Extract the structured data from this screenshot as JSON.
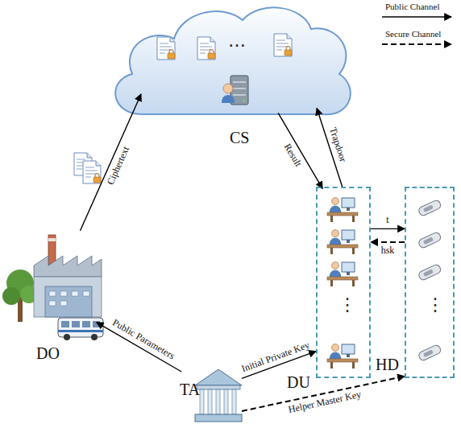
{
  "diagram": {
    "nodes": [
      {
        "text": [
          "CS"
        ]
      },
      {
        "text": [
          "DO"
        ]
      },
      {
        "text": [
          "DU"
        ]
      },
      {
        "text": [
          "HD"
        ]
      },
      {
        "text": [
          "TA"
        ]
      }
    ],
    "edges": [
      {
        "from": 1,
        "to": 0,
        "label": "Ciphertext",
        "arrow": "to"
      },
      {
        "from": 0,
        "to": 2,
        "label": "Result",
        "arrow": "to"
      },
      {
        "from": 2,
        "to": 0,
        "label": "Trapdoor",
        "arrow": "to"
      },
      {
        "from": 2,
        "to": 3,
        "label": "t",
        "arrow": "to"
      },
      {
        "from": 3,
        "to": 2,
        "label": "hsk",
        "arrow": "to"
      },
      {
        "from": 4,
        "to": 1,
        "label": "Public Parameters",
        "arrow": "to"
      },
      {
        "from": 4,
        "to": 2,
        "label": "Initial Private Key",
        "arrow": "to"
      },
      {
        "from": 4,
        "to": 3,
        "label": "Helper Master Key",
        "arrow": "to"
      }
    ],
    "labels": [
      "…",
      "⋮",
      "⋮"
    ],
    "legend": [
      {
        "text": "Public Channel"
      },
      {
        "text": "Secure Channel"
      }
    ]
  }
}
